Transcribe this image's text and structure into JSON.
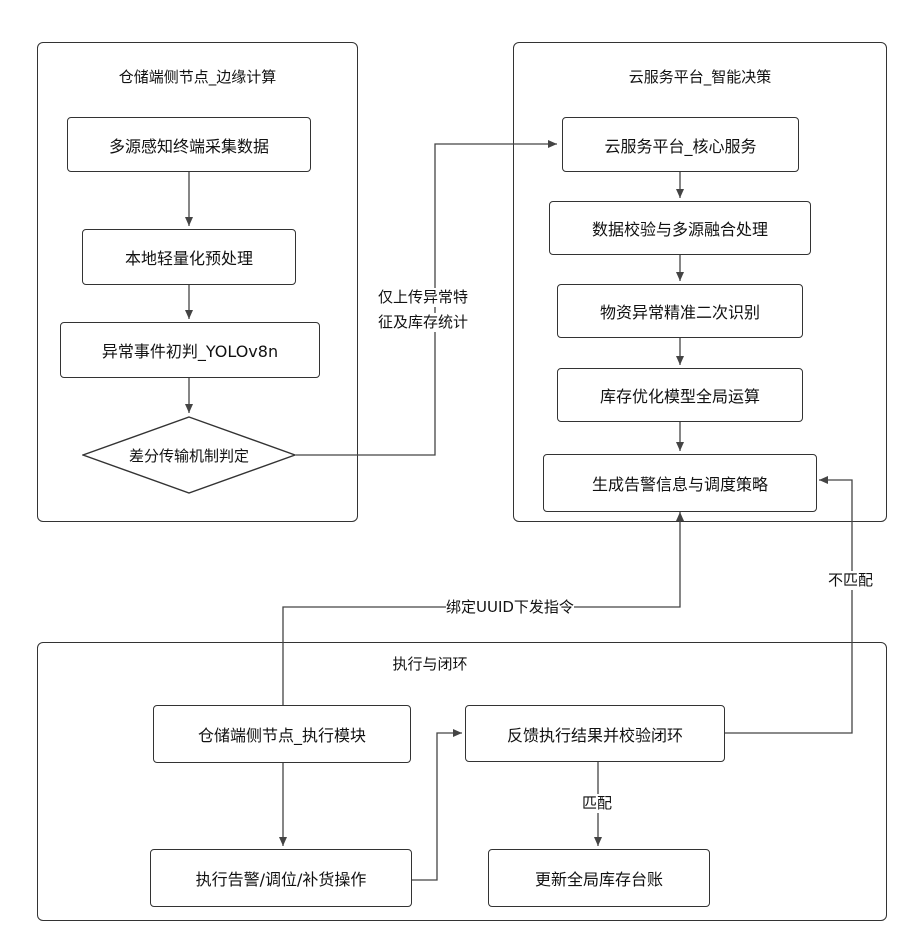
{
  "groups": {
    "edge": {
      "title": "仓储端侧节点_边缘计算"
    },
    "cloud": {
      "title": "云服务平台_智能决策"
    },
    "exec": {
      "title": "执行与闭环"
    }
  },
  "nodes": {
    "collect": "多源感知终端采集数据",
    "preprocess": "本地轻量化预处理",
    "detect": "异常事件初判_YOLOv8n",
    "decide": "差分传输机制判定",
    "core": "云服务平台_核心服务",
    "fusion": "数据校验与多源融合处理",
    "recognize": "物资异常精准二次识别",
    "optimize": "库存优化模型全局运算",
    "alert": "生成告警信息与调度策略",
    "exec_module": "仓储端侧节点_执行模块",
    "feedback": "反馈执行结果并校验闭环",
    "operate": "执行告警/调位/补货操作",
    "ledger": "更新全局库存台账"
  },
  "edges": {
    "upload_line1": "仅上传异常特",
    "upload_line2": "征及库存统计",
    "dispatch": "绑定UUID下发指令",
    "mismatch": "不匹配",
    "match": "匹配"
  }
}
